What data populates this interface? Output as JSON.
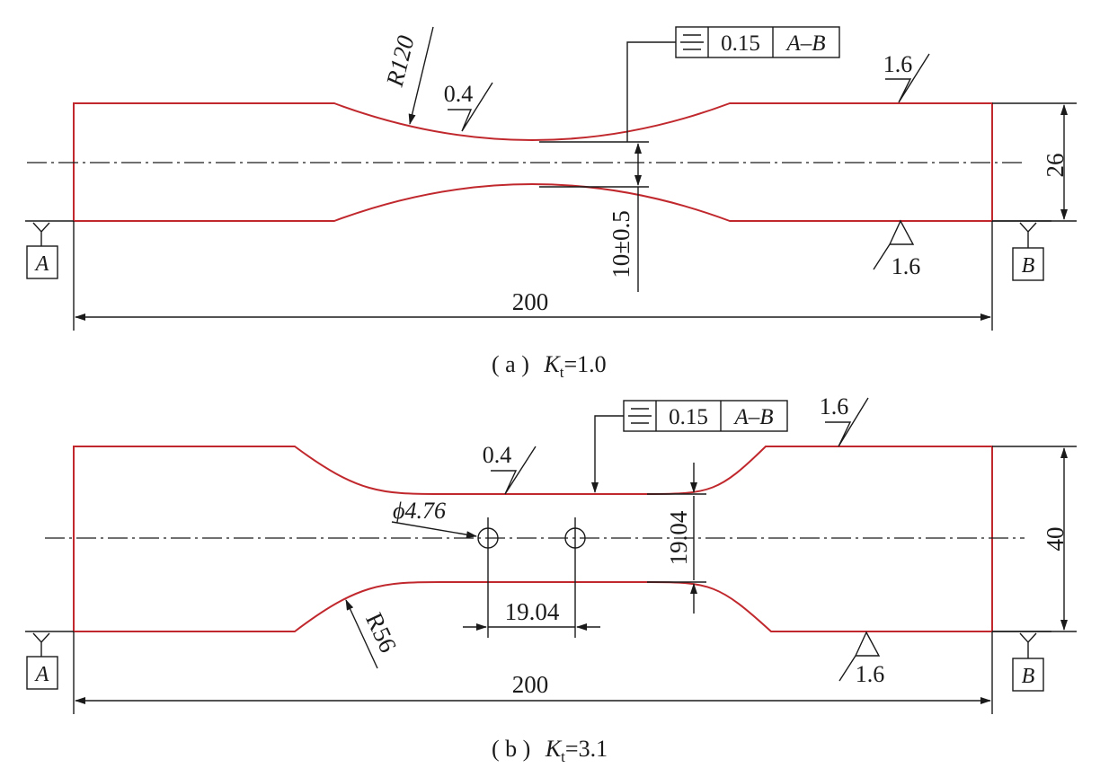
{
  "colors": {
    "outline": "#c0282d",
    "ink": "#1a1a1a"
  },
  "figure_a": {
    "caption_open": "( a )",
    "caption_k": "K",
    "caption_sub": "t",
    "caption_val": "=1.0",
    "radius": "R120",
    "rough_neck": "0.4",
    "rough_top": "1.6",
    "rough_bottom": "1.6",
    "tol_value": "0.15",
    "tol_datum": "A–B",
    "neck_dim": "10±0.5",
    "width_dim": "26",
    "length_dim": "200",
    "datum_a": "A",
    "datum_b": "B"
  },
  "figure_b": {
    "caption_open": "( b )",
    "caption_k": "K",
    "caption_sub": "t",
    "caption_val": "=3.1",
    "radius": "R56",
    "hole_dia": "ϕ4.76",
    "rough_neck": "0.4",
    "rough_top": "1.6",
    "rough_bottom": "1.6",
    "tol_value": "0.15",
    "tol_datum": "A–B",
    "neck_dim": "19.04",
    "hole_spacing": "19.04",
    "width_dim": "40",
    "length_dim": "200",
    "datum_a": "A",
    "datum_b": "B"
  }
}
